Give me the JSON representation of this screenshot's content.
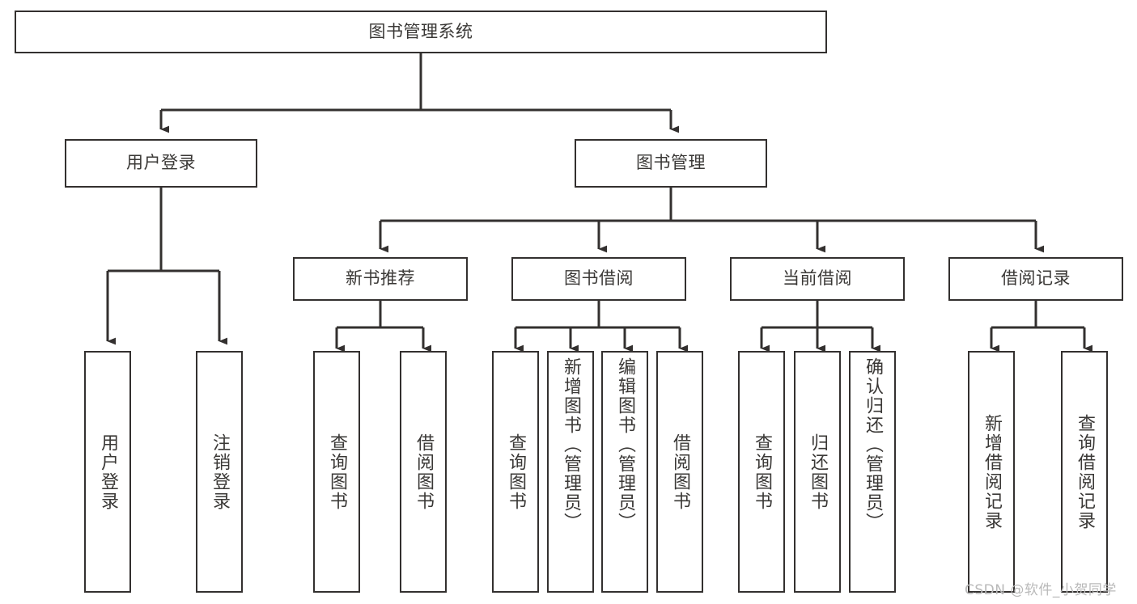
{
  "diagram": {
    "type": "tree-hierarchy",
    "background_color": "#ffffff",
    "line_color": "#33302f",
    "text_color": "#3a3836",
    "root": {
      "id": "system-root",
      "label": "图书管理系统"
    },
    "level2": [
      {
        "id": "user-login",
        "label": "用户登录"
      },
      {
        "id": "book-management",
        "label": "图书管理"
      }
    ],
    "level3": [
      {
        "id": "new-book-recommend",
        "label": "新书推荐",
        "parent": "book-management"
      },
      {
        "id": "book-borrow",
        "label": "图书借阅",
        "parent": "book-management"
      },
      {
        "id": "current-borrow",
        "label": "当前借阅",
        "parent": "book-management"
      },
      {
        "id": "borrow-record",
        "label": "借阅记录",
        "parent": "book-management"
      }
    ],
    "leaves": {
      "user_login": [
        {
          "id": "leaf-user-login",
          "label": "用户登录"
        },
        {
          "id": "leaf-logout-login",
          "label": "注销登录"
        }
      ],
      "new_book_recommend": [
        {
          "id": "leaf-query-book-1",
          "label": "查询图书"
        },
        {
          "id": "leaf-borrow-book-1",
          "label": "借阅图书"
        }
      ],
      "book_borrow": [
        {
          "id": "leaf-query-book-2",
          "label": "查询图书"
        },
        {
          "id": "leaf-add-book-admin",
          "label": "新增图书（管理员）"
        },
        {
          "id": "leaf-edit-book-admin",
          "label": "编辑图书（管理员）"
        },
        {
          "id": "leaf-borrow-book-2",
          "label": "借阅图书"
        }
      ],
      "current_borrow": [
        {
          "id": "leaf-query-book-3",
          "label": "查询图书"
        },
        {
          "id": "leaf-return-book",
          "label": "归还图书"
        },
        {
          "id": "leaf-confirm-return-admin",
          "label": "确认归还（管理员）"
        }
      ],
      "borrow_record": [
        {
          "id": "leaf-add-borrow-record",
          "label": "新增借阅记录"
        },
        {
          "id": "leaf-query-borrow-record",
          "label": "查询借阅记录"
        }
      ]
    }
  },
  "watermark": {
    "text": "CSDN @软件_小贺同学"
  }
}
